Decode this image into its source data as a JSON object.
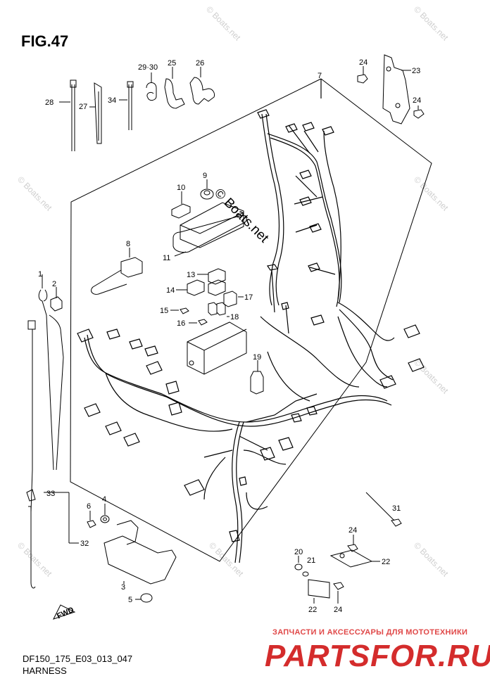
{
  "figure": {
    "title": "FIG.47",
    "code": "DF150_175_E03_013_047",
    "name": "HARNESS"
  },
  "watermark": {
    "text": "© Boats.net",
    "center_text": "© Boats.net"
  },
  "brand": {
    "tagline": "ЗАПЧАСТИ И АКСЕССУАРЫ ДЛЯ МОТОТЕХНИКИ",
    "logo": "PARTSFOR.RU",
    "color": "#d42c2c"
  },
  "direction_label": "FWD",
  "callouts": {
    "c1": "1",
    "c2": "2",
    "c3": "3",
    "c4": "4",
    "c5": "5",
    "c6": "6",
    "c7": "7",
    "c8": "8",
    "c9": "9",
    "c10": "10",
    "c11": "11",
    "c13": "13",
    "c14": "14",
    "c15": "15",
    "c16": "16",
    "c17": "17",
    "c18": "18",
    "c19": "19",
    "c20": "20",
    "c21": "21",
    "c22a": "22",
    "c22b": "22",
    "c23": "23",
    "c24a": "24",
    "c24b": "24",
    "c24c": "24",
    "c24d": "24",
    "c25": "25",
    "c26": "26",
    "c27": "27",
    "c28": "28",
    "c2930": "29·30",
    "c31": "31",
    "c32": "32",
    "c33": "33",
    "c34": "34"
  }
}
